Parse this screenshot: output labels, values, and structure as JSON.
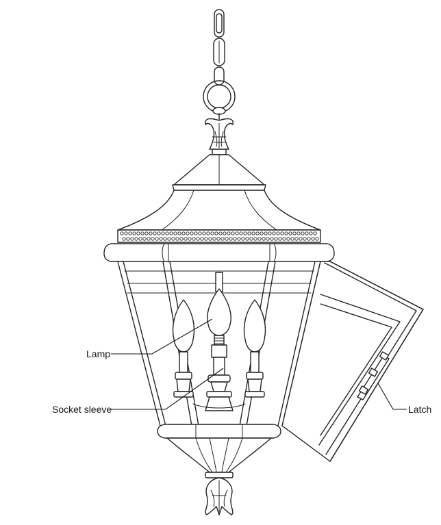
{
  "labels": {
    "lamp": "Lamp",
    "socket_sleeve": "Socket sleeve",
    "latch": "Latch"
  },
  "colors": {
    "line": "#222222",
    "background": "#ffffff"
  }
}
